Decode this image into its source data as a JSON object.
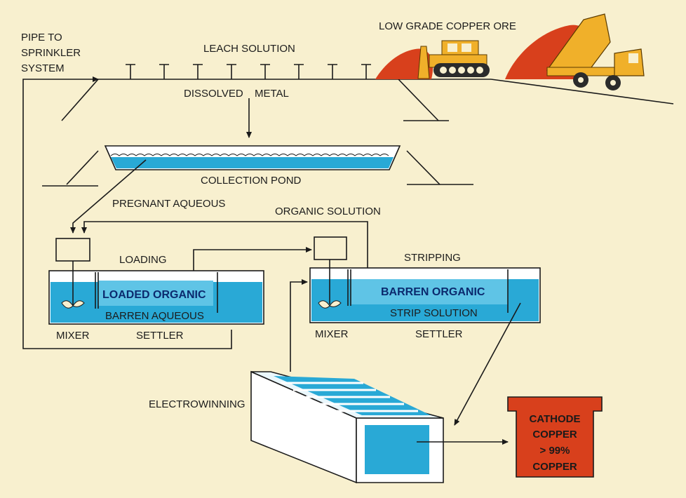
{
  "labels": {
    "pipe_line1": "PIPE TO",
    "pipe_line2": "SPRINKLER",
    "pipe_line3": "SYSTEM",
    "leach_solution": "LEACH SOLUTION",
    "low_grade_ore": "LOW GRADE COPPER ORE",
    "dissolved": "DISSOLVED",
    "metal": "METAL",
    "collection_pond": "COLLECTION POND",
    "pregnant_aqueous": "PREGNANT AQUEOUS",
    "organic_solution": "ORGANIC SOLUTION",
    "loading": "LOADING",
    "stripping": "STRIPPING",
    "loaded_organic": "LOADED ORGANIC",
    "barren_aqueous": "BARREN AQUEOUS",
    "barren_organic": "BARREN ORGANIC",
    "strip_solution": "STRIP SOLUTION",
    "mixer_left": "MIXER",
    "settler_left": "SETTLER",
    "mixer_right": "MIXER",
    "settler_right": "SETTLER",
    "electrowinning": "ELECTROWINNING",
    "cathode_line1": "CATHODE",
    "cathode_line2": "COPPER",
    "cathode_line3": "> 99%",
    "cathode_line4": "COPPER"
  },
  "colors": {
    "background": "#f8f0cf",
    "water": "#29a9d6",
    "ore": "#d8401c",
    "machine": "#f0b02a",
    "cathode": "#d8401c"
  }
}
